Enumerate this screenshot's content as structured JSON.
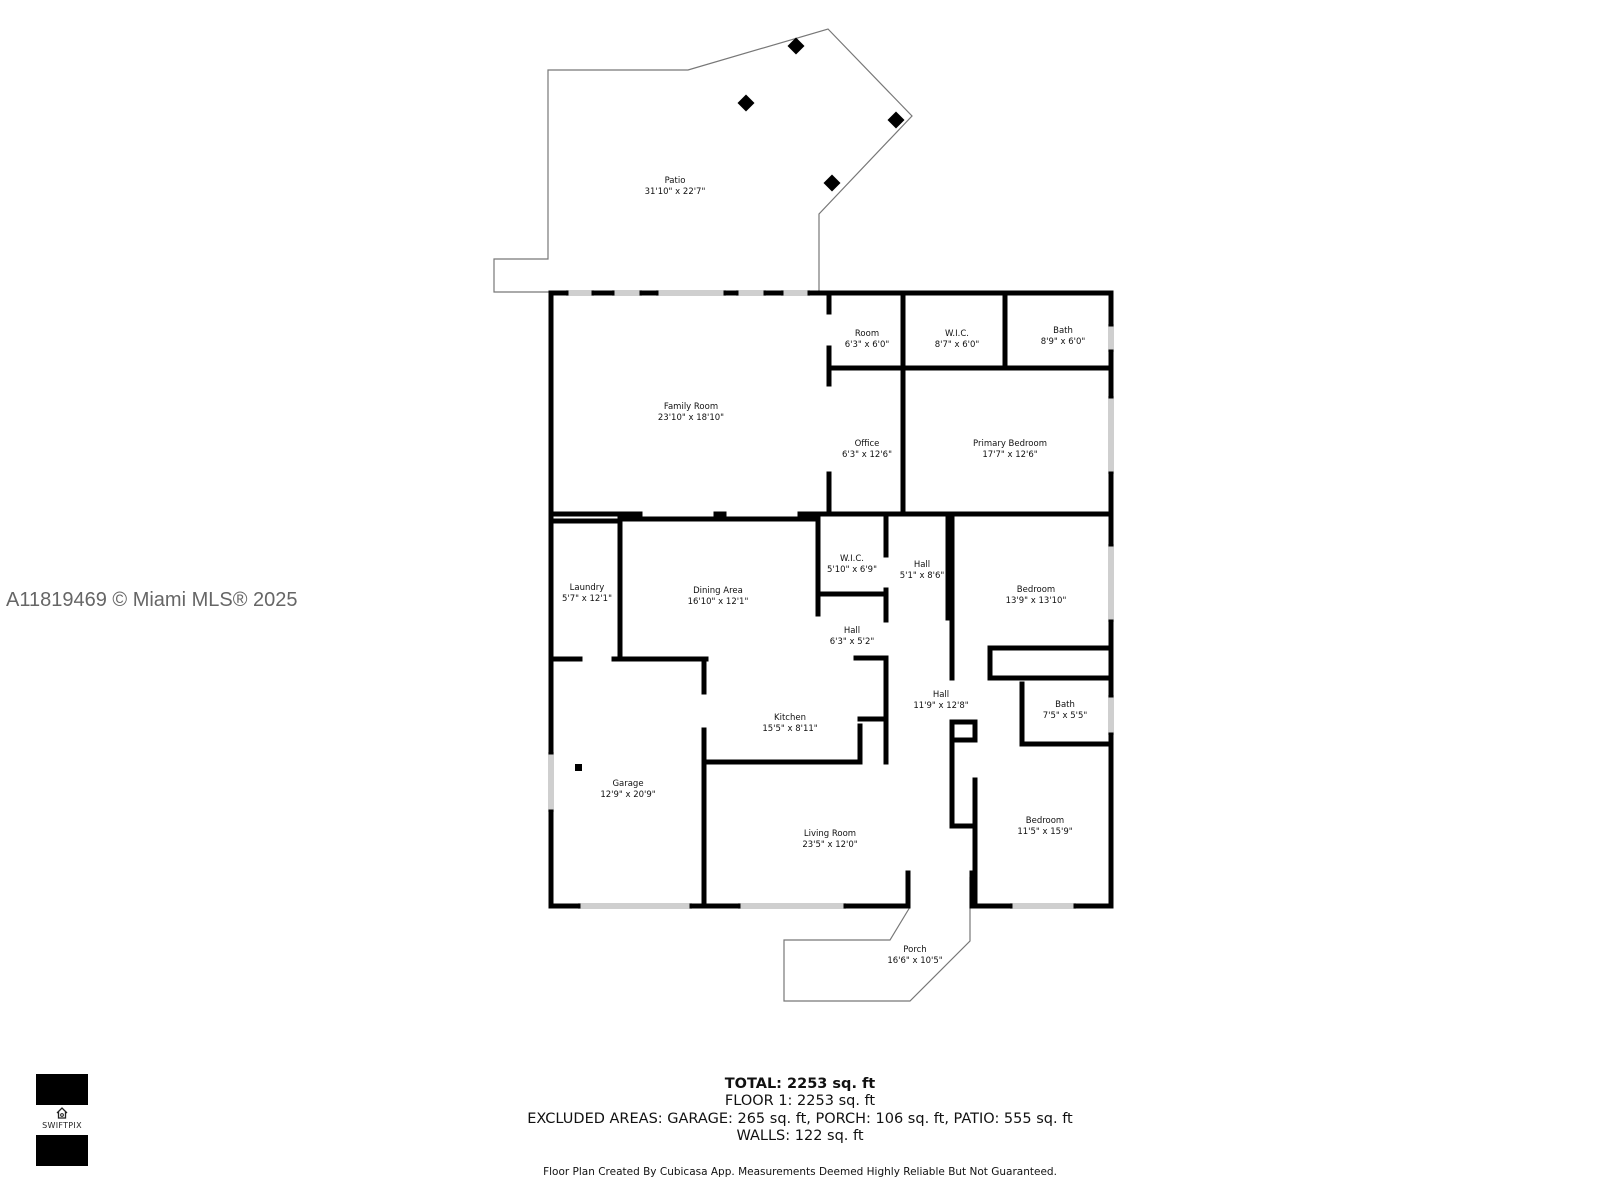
{
  "watermark": "A11819469 © Miami MLS® 2025",
  "rooms": [
    {
      "id": "patio",
      "name": "Patio",
      "dims": "31'10\" x 22'7\""
    },
    {
      "id": "family-room",
      "name": "Family Room",
      "dims": "23'10\" x 18'10\""
    },
    {
      "id": "room",
      "name": "Room",
      "dims": "6'3\" x 6'0\""
    },
    {
      "id": "wic-primary",
      "name": "W.I.C.",
      "dims": "8'7\" x 6'0\""
    },
    {
      "id": "bath-primary",
      "name": "Bath",
      "dims": "8'9\" x 6'0\""
    },
    {
      "id": "office",
      "name": "Office",
      "dims": "6'3\" x 12'6\""
    },
    {
      "id": "primary-bedroom",
      "name": "Primary Bedroom",
      "dims": "17'7\" x 12'6\""
    },
    {
      "id": "laundry",
      "name": "Laundry",
      "dims": "5'7\" x 12'1\""
    },
    {
      "id": "dining-area",
      "name": "Dining Area",
      "dims": "16'10\" x 12'1\""
    },
    {
      "id": "wic-hall",
      "name": "W.I.C.",
      "dims": "5'10\" x 6'9\""
    },
    {
      "id": "hall-upper",
      "name": "Hall",
      "dims": "5'1\" x 8'6\""
    },
    {
      "id": "bedroom-upper",
      "name": "Bedroom",
      "dims": "13'9\" x 13'10\""
    },
    {
      "id": "hall-small",
      "name": "Hall",
      "dims": "6'3\" x 5'2\""
    },
    {
      "id": "hall-main",
      "name": "Hall",
      "dims": "11'9\" x 12'8\""
    },
    {
      "id": "bath-hall",
      "name": "Bath",
      "dims": "7'5\" x 5'5\""
    },
    {
      "id": "kitchen",
      "name": "Kitchen",
      "dims": "15'5\" x 8'11\""
    },
    {
      "id": "garage",
      "name": "Garage",
      "dims": "12'9\" x 20'9\""
    },
    {
      "id": "bedroom-lower",
      "name": "Bedroom",
      "dims": "11'5\" x 15'9\""
    },
    {
      "id": "living-room",
      "name": "Living Room",
      "dims": "23'5\" x 12'0\""
    },
    {
      "id": "porch",
      "name": "Porch",
      "dims": "16'6\" x 10'5\""
    }
  ],
  "totals": {
    "total": "TOTAL: 2253 sq. ft",
    "floor": "FLOOR 1: 2253 sq. ft",
    "excluded": "EXCLUDED AREAS: GARAGE: 265 sq. ft, PORCH: 106 sq. ft, PATIO: 555 sq. ft",
    "walls": "WALLS: 122 sq. ft"
  },
  "footer_note": "Floor Plan Created By Cubicasa App. Measurements Deemed Highly Reliable But Not Guaranteed.",
  "logo": {
    "brand": "SWIFTPIX"
  },
  "colors": {
    "wall": "#000000",
    "outline": "#777777",
    "window": "#bbbbbb",
    "text": "#111111",
    "watermark": "#666666"
  }
}
